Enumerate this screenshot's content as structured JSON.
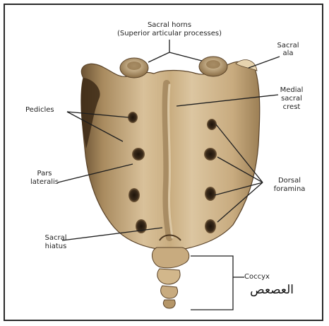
{
  "title": "",
  "labels": {
    "sacral_horns": "Sacral horns",
    "superior_articular": "(Superior articular processes)",
    "sacral_ala_1": "Sacral",
    "sacral_ala_2": "ala",
    "pedicles": "Pedicles",
    "medial_crest_1": "Medial",
    "medial_crest_2": "sacral",
    "medial_crest_3": "crest",
    "pars_1": "Pars",
    "pars_2": "lateralis",
    "dorsal_1": "Dorsal",
    "dorsal_2": "foramina",
    "hiatus_1": "Sacral",
    "hiatus_2": "hiatus",
    "coccyx": "Coccyx",
    "coccyx_arabic": "العصعص"
  },
  "colors": {
    "bone_light": "#d9c19a",
    "bone_mid": "#b59668",
    "bone_dark": "#6b5233",
    "hole": "#3a2a1a",
    "line": "#1f1f1f"
  }
}
